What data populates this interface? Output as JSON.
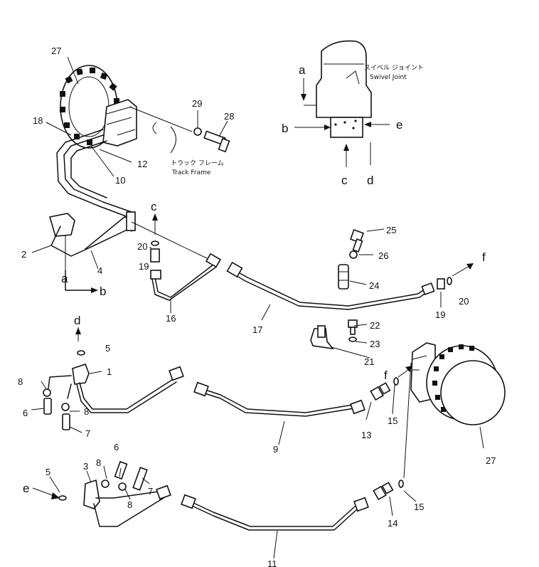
{
  "labels": {
    "p1": "1",
    "p2": "2",
    "p3": "3",
    "p4": "4",
    "p5a": "5",
    "p5b": "5",
    "p6a": "6",
    "p6b": "6",
    "p7a": "7",
    "p7b": "7",
    "p8a": "8",
    "p8b": "8",
    "p8c": "8",
    "p8d": "8",
    "p9": "9",
    "p10": "10",
    "p11": "11",
    "p12": "12",
    "p13": "13",
    "p14": "14",
    "p15a": "15",
    "p15b": "15",
    "p16": "16",
    "p17": "17",
    "p18": "18",
    "p19a": "19",
    "p19b": "19",
    "p20a": "20",
    "p20b": "20",
    "p21": "21",
    "p22": "22",
    "p23": "23",
    "p24": "24",
    "p25": "25",
    "p26": "26",
    "p27a": "27",
    "p27b": "27",
    "p28": "28",
    "p29": "29"
  },
  "letters": {
    "a_top": "a",
    "b_top": "b",
    "c_top": "c",
    "d_top": "d",
    "e_top": "e",
    "a_left": "a",
    "b_left": "b",
    "c_mid": "c",
    "d_mid": "d",
    "e_low": "e",
    "f_right": "f",
    "f_mid": "f"
  },
  "notes": {
    "swivel_jp": "スイベル ジョイント",
    "swivel_en": "Swivel Joint",
    "track_jp": "トラック フレーム",
    "track_en": "Track Frame"
  }
}
